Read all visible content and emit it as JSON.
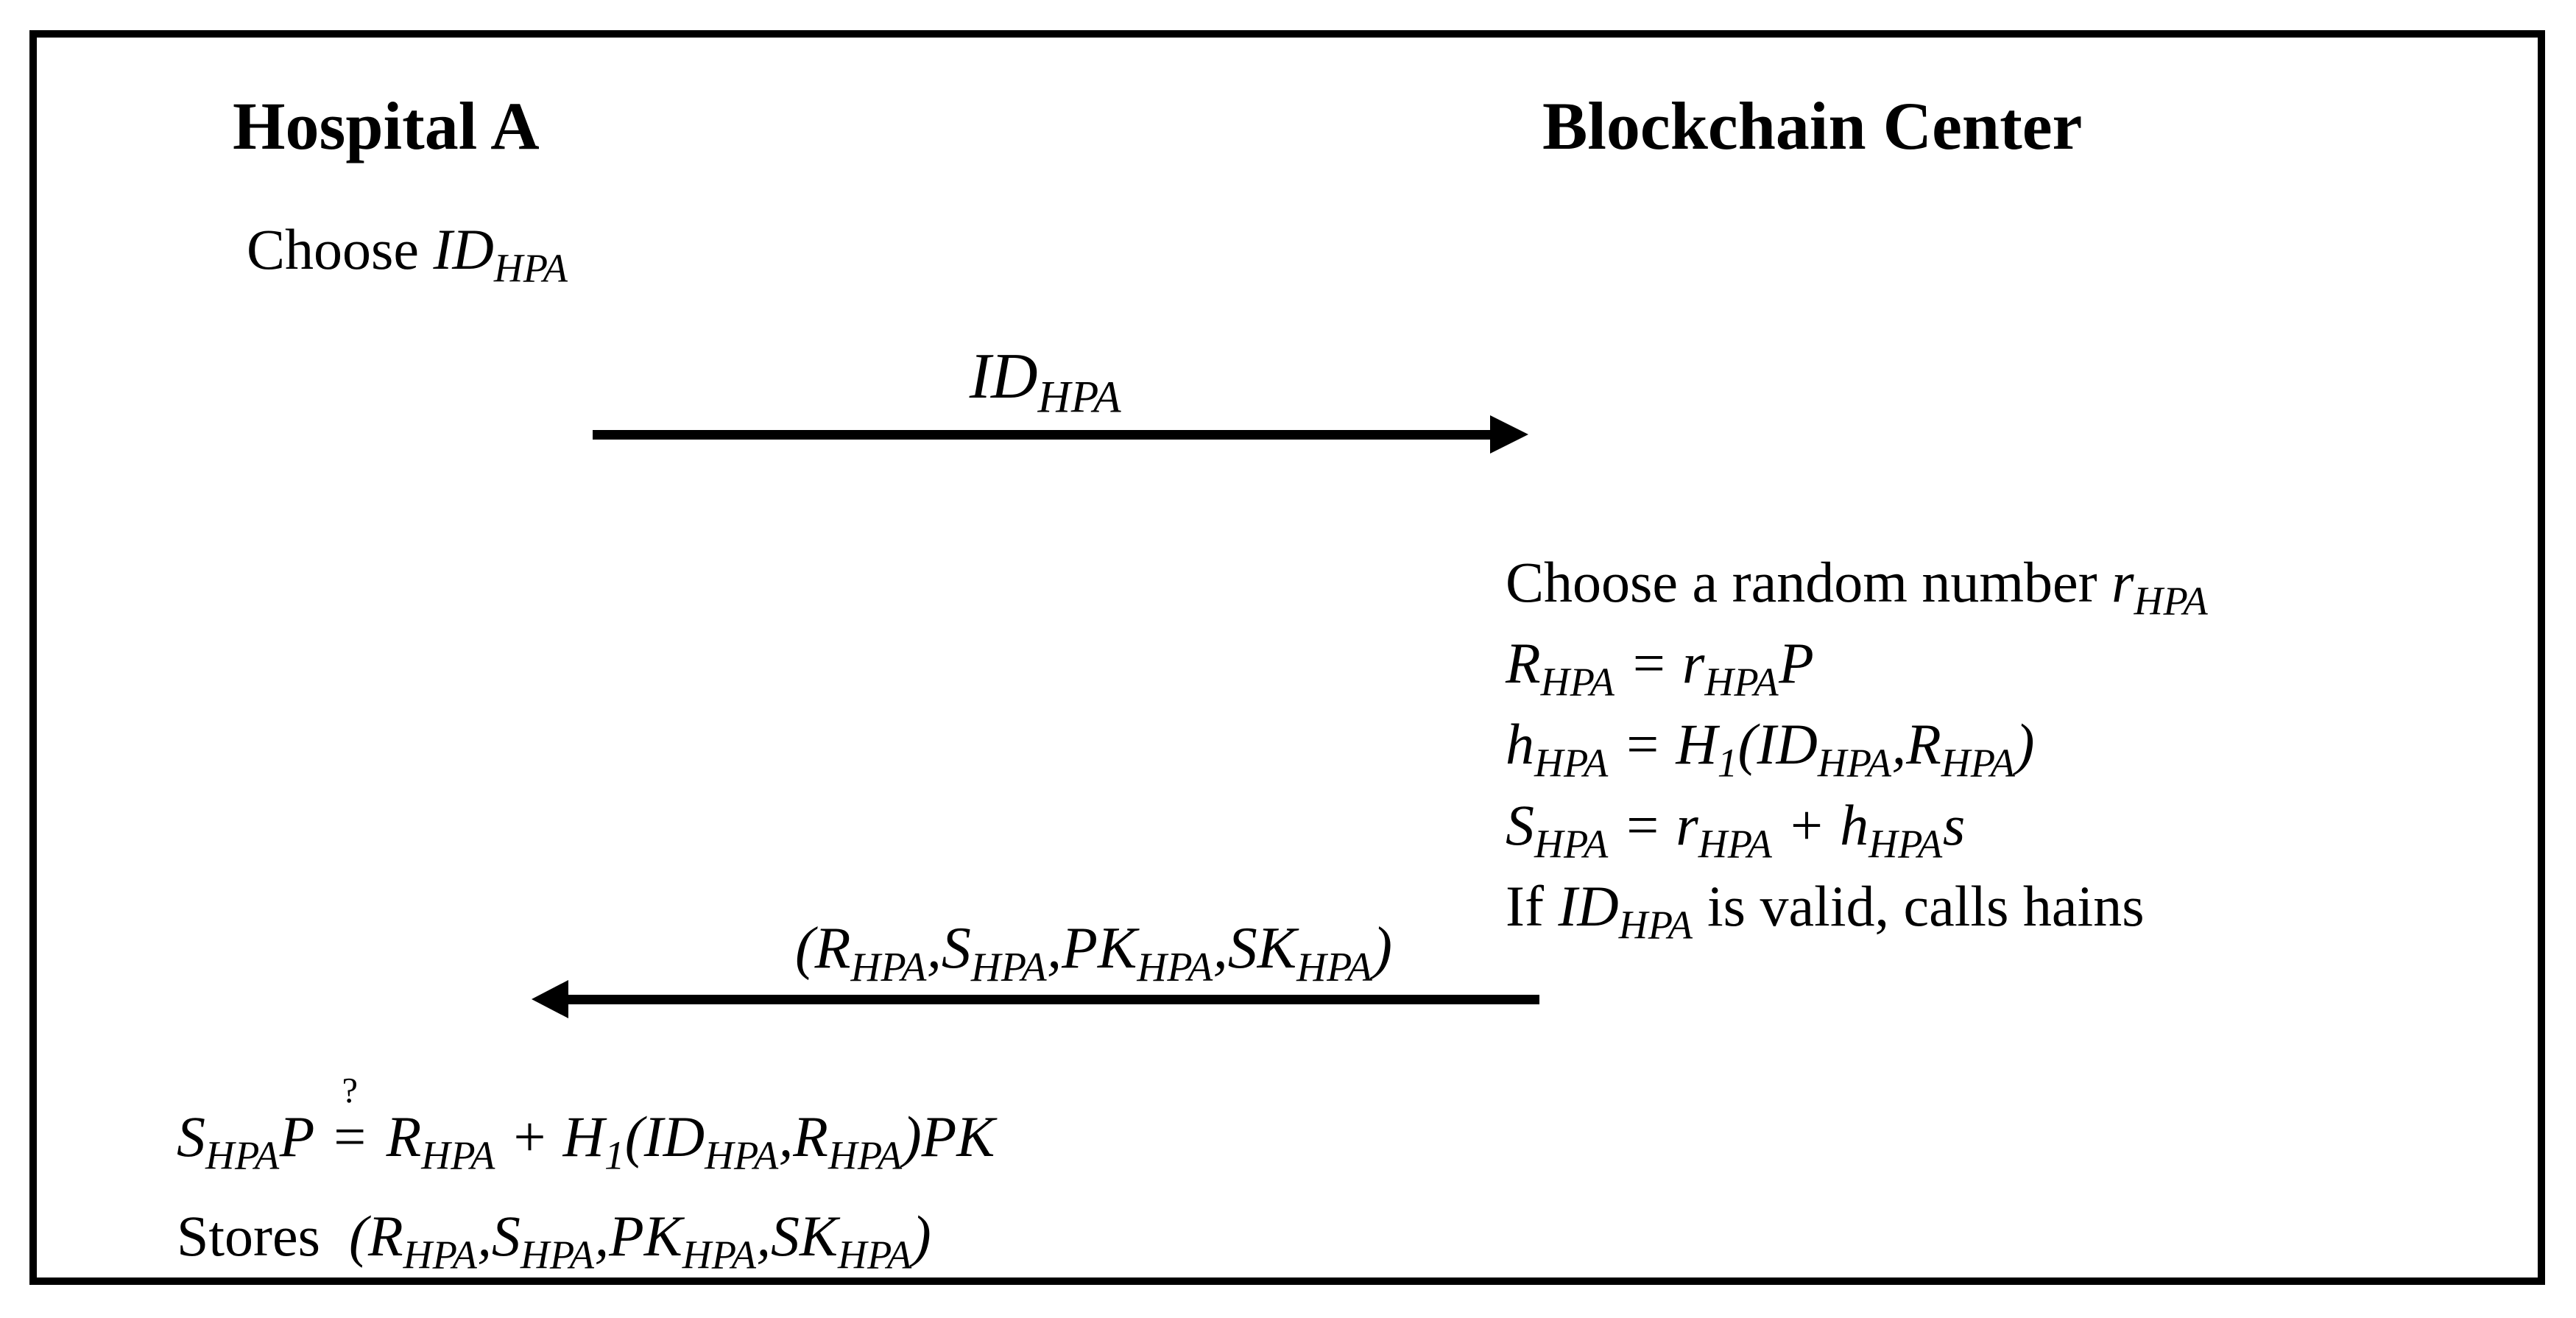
{
  "figure": {
    "type": "protocol-sequence-diagram",
    "parties": {
      "left": "Hospital A",
      "right": "Blockchain Center"
    },
    "hospital_steps": {
      "choose_id": "[[Choose ]]ID_{HPA}"
    },
    "message_to_center": {
      "direction": "right",
      "label": "ID_{HPA}"
    },
    "center_steps": {
      "choose_random": "[[Choose a random number ]]r_{HPA}",
      "compute_R": "R_{HPA} = r_{HPA}P",
      "compute_h": "h_{HPA} = H_{1}(ID_{HPA},R_{HPA})",
      "compute_S": "S_{HPA} = r_{HPA} + h_{HPA}s",
      "validity_check": "[[If ]]ID_{HPA}[[ is valid, calls hains]]"
    },
    "message_to_hospital": {
      "direction": "left",
      "label": "(R_{HPA},S_{HPA},PK_{HPA},SK_{HPA})"
    },
    "hospital_verify_steps": {
      "verify": "S_{HPA}P ?= R_{HPA} + H_{1}(ID_{HPA},R_{HPA})PK",
      "stores": "[[Stores  ]](R_{HPA},S_{HPA},PK_{HPA},SK_{HPA})"
    },
    "colors": {
      "ink": "#000000",
      "paper": "#ffffff"
    }
  }
}
